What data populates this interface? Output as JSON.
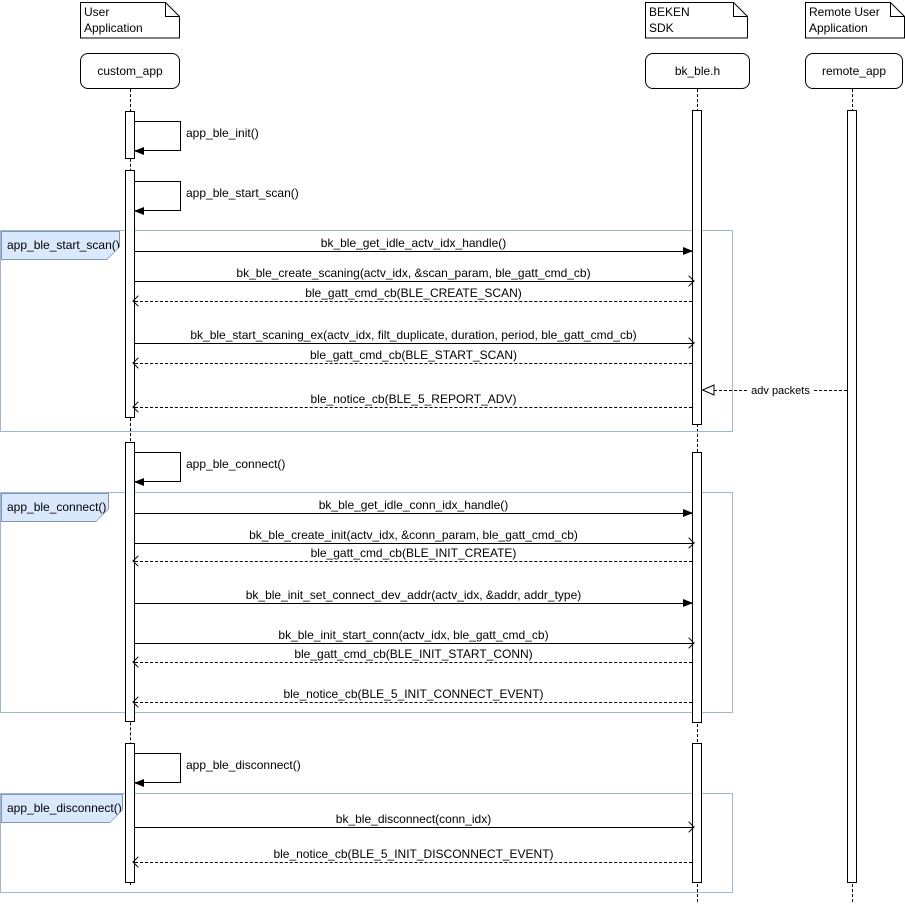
{
  "actors": [
    {
      "note_line1": "User",
      "note_line2": "Application",
      "lifeline": "custom_app"
    },
    {
      "note_line1": "BEKEN",
      "note_line2": "SDK",
      "lifeline": "bk_ble.h"
    },
    {
      "note_line1": "Remote User",
      "note_line2": "Application",
      "lifeline": "remote_app"
    }
  ],
  "self_calls": [
    "app_ble_init()",
    "app_ble_start_scan()",
    "app_ble_connect()",
    "app_ble_disconnect()"
  ],
  "frames": [
    {
      "label": "app_ble_start_scan()",
      "messages": [
        {
          "text": "bk_ble_get_idle_actv_idx_handle()",
          "kind": "call"
        },
        {
          "text": "bk_ble_create_scaning(actv_idx, &scan_param, ble_gatt_cmd_cb)",
          "kind": "call"
        },
        {
          "text": "ble_gatt_cmd_cb(BLE_CREATE_SCAN)",
          "kind": "return"
        },
        {
          "text": "bk_ble_start_scaning_ex(actv_idx, filt_duplicate, duration, period, ble_gatt_cmd_cb)",
          "kind": "call"
        },
        {
          "text": "ble_gatt_cmd_cb(BLE_START_SCAN)",
          "kind": "return"
        },
        {
          "text": "ble_notice_cb(BLE_5_REPORT_ADV)",
          "kind": "return"
        }
      ]
    },
    {
      "label": "app_ble_connect()",
      "messages": [
        {
          "text": "bk_ble_get_idle_conn_idx_handle()",
          "kind": "call"
        },
        {
          "text": "bk_ble_create_init(actv_idx, &conn_param, ble_gatt_cmd_cb)",
          "kind": "call"
        },
        {
          "text": "ble_gatt_cmd_cb(BLE_INIT_CREATE)",
          "kind": "return"
        },
        {
          "text": "bk_ble_init_set_connect_dev_addr(actv_idx, &addr, addr_type)",
          "kind": "call"
        },
        {
          "text": "bk_ble_init_start_conn(actv_idx, ble_gatt_cmd_cb)",
          "kind": "call"
        },
        {
          "text": "ble_gatt_cmd_cb(BLE_INIT_START_CONN)",
          "kind": "return"
        },
        {
          "text": "ble_notice_cb(BLE_5_INIT_CONNECT_EVENT)",
          "kind": "return"
        }
      ]
    },
    {
      "label": "app_ble_disconnect()",
      "messages": [
        {
          "text": "bk_ble_disconnect(conn_idx)",
          "kind": "call"
        },
        {
          "text": "ble_notice_cb(BLE_5_INIT_DISCONNECT_EVENT)",
          "kind": "return"
        }
      ]
    }
  ],
  "remote_message": {
    "text": "adv packets"
  },
  "colors": {
    "frame_border": "#9eb6d8",
    "frame_label_fill": "#dae8fc",
    "frame_label_border": "#8296b8",
    "line": "#000000"
  }
}
